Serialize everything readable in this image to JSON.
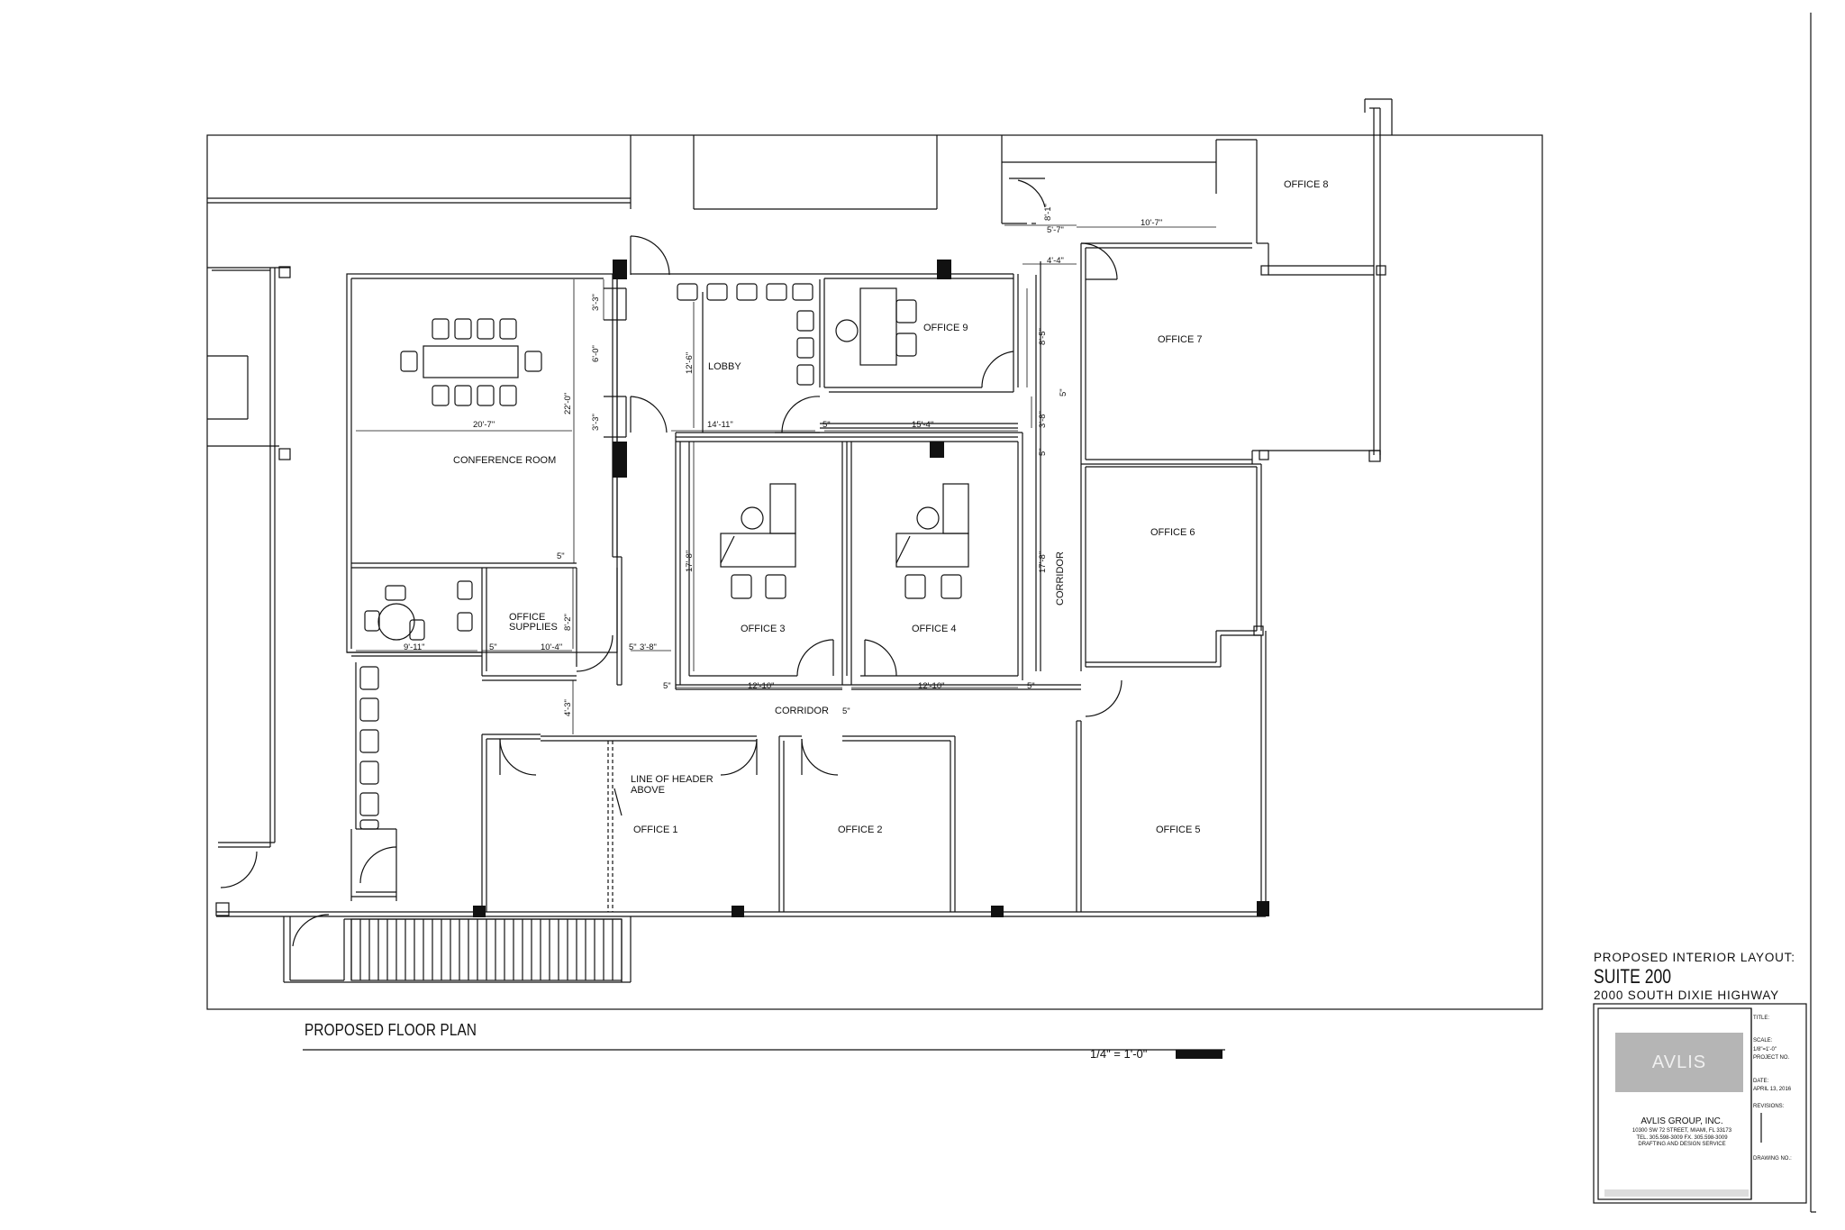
{
  "rooms": {
    "office_8": "OFFICE 8",
    "office_7": "OFFICE 7",
    "office_9": "OFFICE 9",
    "lobby": "LOBBY",
    "conference_room": "CONFERENCE ROOM",
    "office_6": "OFFICE 6",
    "office_3": "OFFICE 3",
    "office_4": "OFFICE 4",
    "office_supplies_line1": "OFFICE",
    "office_supplies_line2": "SUPPLIES",
    "corridor_main": "CORRIDOR",
    "corridor_vertical": "CORRIDOR",
    "office_1": "OFFICE 1",
    "office_2": "OFFICE 2",
    "office_5": "OFFICE 5",
    "header_note_line1": "LINE OF HEADER",
    "header_note_line2": "ABOVE"
  },
  "dimensions": {
    "d_10_7": "10'-7\"",
    "d_5_7": "5'-7\"",
    "d_4_4": "4'-4\"",
    "d_8_1": "8'-1\"",
    "d_8_5": "8'-5\"",
    "d_5_right": "5\"",
    "d_3_8_right": "3'-8\"",
    "d_5_right2": "5\"",
    "d_17_8_right": "17'-8\"",
    "d_3_3_top": "3'-3\"",
    "d_6_0": "6'-0\"",
    "d_3_3_bottom": "3'-3\"",
    "d_22_0": "22'-0\"",
    "d_12_6": "12'-6\"",
    "d_20_7": "20'-7\"",
    "d_14_11": "14'-11\"",
    "d_5_lobby": "5\"",
    "d_15_4": "15'-4\"",
    "d_17_8_left": "17'-8\"",
    "d_5_conf": "5\"",
    "d_8_2": "8'-2\"",
    "d_9_11": "9'-11\"",
    "d_5_supplies": "5\"",
    "d_10_4": "10'-4\"",
    "d_5_mid": "5\"",
    "d_3_8_mid": "3'-8\"",
    "d_5_o3": "5\"",
    "d_12_10_a": "12'-10\"",
    "d_12_10_b": "12'-10\"",
    "d_5_o4": "5\"",
    "d_5_corr": "5\"",
    "d_4_3": "4'-3\""
  },
  "drawing": {
    "title": "PROPOSED FLOOR PLAN",
    "scale": "1/4\" = 1'-0\"",
    "layout_heading": "PROPOSED INTERIOR LAYOUT:",
    "suite": "SUITE 200",
    "address": "2000 SOUTH DIXIE HIGHWAY"
  },
  "title_block": {
    "logo_text": "AVLIS",
    "company": "AVLIS GROUP, INC.",
    "company_address": "10300 SW 72 STREET, MIAMI, FL 33173",
    "company_phone": "TEL. 305.598-3009 FX. 305.598-3009",
    "company_service": "DRAFTING AND DESIGN SERVICE",
    "title_label": "TITLE:",
    "scale_label": "SCALE:",
    "scale_value": "1/8\"=1'-0\"",
    "project_label": "PROJECT NO.",
    "date_label": "DATE:",
    "date_value": "APRIL 13, 2016",
    "revisions_label": "REVISIONS:",
    "drawing_label": "DRAWING NO.:"
  }
}
